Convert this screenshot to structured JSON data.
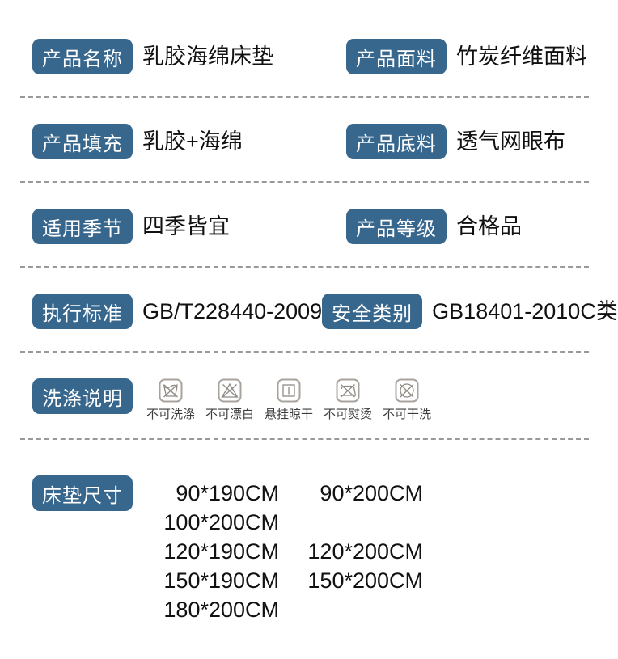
{
  "colors": {
    "badge_background": "#38678e",
    "badge_text": "#ffffff",
    "value_text": "#111111",
    "divider": "#999999",
    "wash_icon_stroke": "#a8a39c",
    "wash_label_text": "#3d3d3d"
  },
  "spec_rows": [
    {
      "cells": [
        {
          "label": "产品名称",
          "value": "乳胶海绵床垫"
        },
        {
          "label": "产品面料",
          "value": "竹炭纤维面料"
        }
      ]
    },
    {
      "cells": [
        {
          "label": "产品填充",
          "value": "乳胶+海绵"
        },
        {
          "label": "产品底料",
          "value": "透气网眼布"
        }
      ]
    },
    {
      "cells": [
        {
          "label": "适用季节",
          "value": "四季皆宜"
        },
        {
          "label": "产品等级",
          "value": "合格品"
        }
      ]
    },
    {
      "cells": [
        {
          "label": "执行标准",
          "value": "GB/T228440-2009"
        },
        {
          "label": "安全类别",
          "value": "GB18401-2010C类"
        }
      ]
    }
  ],
  "wash": {
    "label": "洗涤说明",
    "items": [
      {
        "icon": "no-washing-icon",
        "label": "不可洗涤"
      },
      {
        "icon": "no-bleach-icon",
        "label": "不可漂白"
      },
      {
        "icon": "hang-dry-icon",
        "label": "悬挂晾干"
      },
      {
        "icon": "no-ironing-icon",
        "label": "不可熨烫"
      },
      {
        "icon": "no-dry-clean-icon",
        "label": "不可干洗"
      }
    ]
  },
  "sizes": {
    "label": "床垫尺寸",
    "rows": [
      {
        "left": "90*190CM",
        "right": "90*200CM"
      },
      {
        "left": "100*200CM",
        "right": ""
      },
      {
        "left": "120*190CM",
        "right": "120*200CM"
      },
      {
        "left": "150*190CM",
        "right": "150*200CM"
      },
      {
        "left": "180*200CM",
        "right": ""
      }
    ]
  }
}
